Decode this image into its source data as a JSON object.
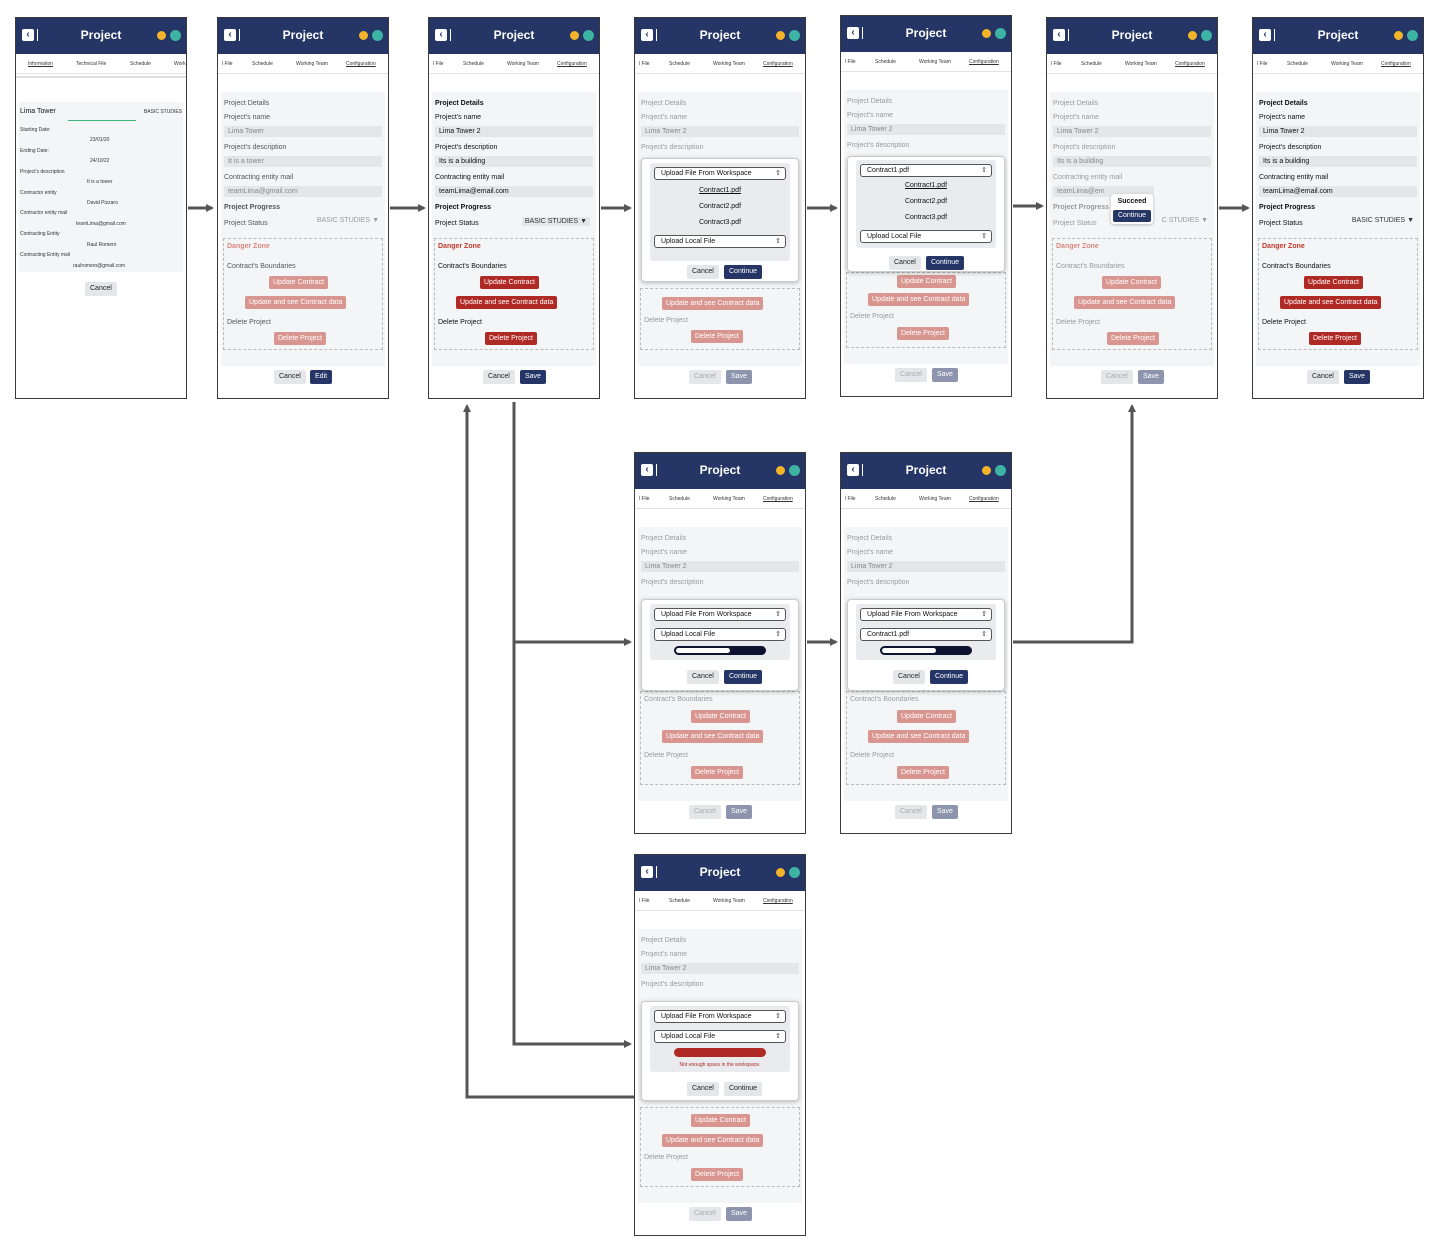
{
  "common": {
    "app_title": "Project",
    "tabs_first": [
      "Information",
      "Technical File",
      "Schedule",
      "Worki"
    ],
    "tabs": [
      "l File",
      "Schedule",
      "Working Team",
      "Configuration"
    ],
    "section_details": "Project Details",
    "label_name": "Project's name",
    "label_desc": "Project's description",
    "label_mail": "Contracting entity mail",
    "section_progress": "Project Progress",
    "label_status": "Project Status",
    "status_value": "BASIC STUDIES",
    "danger_zone": "Danger Zone",
    "contract_boundaries": "Contract's Boundaries",
    "update_contract": "Update Contract",
    "update_see": "Update and see Contract data",
    "delete_project_label": "Delete Project",
    "delete_project_btn": "Delete Project",
    "cancel": "Cancel",
    "edit": "Edit",
    "save": "Save",
    "continue": "Continue",
    "upload_workspace": "Upload File From Workspace",
    "upload_local": "Upload Local File",
    "name_old": "Lima Tower",
    "name_new": "Lima Tower 2",
    "desc_old": "It is a tower",
    "desc_new": "Its is a building",
    "mail_old": "teamLima@gmail.com",
    "mail_new": "teamLima@email.com",
    "mail_partial": "teamLima@em",
    "status_partial": "C STUDIES",
    "succeed": "Succeed",
    "error_text": "Not enough space in the workspace.",
    "upload_icon": "upload-icon",
    "contract_files": [
      "Contract1.pdf",
      "Contract2.pdf",
      "Contract3.pdf"
    ]
  },
  "info_screen": {
    "title": "Lima Tower",
    "status": "BASIC STUDIES",
    "rows": [
      {
        "label": "Starting Date:",
        "value": "23/01/20"
      },
      {
        "label": "Ending Date:",
        "value": "24/10/22"
      },
      {
        "label": "Project's description",
        "value": "It is a tower"
      },
      {
        "label": "Contractor entity",
        "value": "David Pizzaro"
      },
      {
        "label": "Contractor entity mail",
        "value": "teamLima@gmail.com"
      },
      {
        "label": "Contracting Entity",
        "value": "Raul Romero"
      },
      {
        "label": "Contracting Entity mail",
        "value": "raulromero@gmail.com"
      }
    ],
    "cancel": "Cancel"
  },
  "colors": {
    "header": "#243566",
    "danger": "#b02a25",
    "accent_bell": "#f3b42a",
    "accent_user": "#3db3a3"
  }
}
